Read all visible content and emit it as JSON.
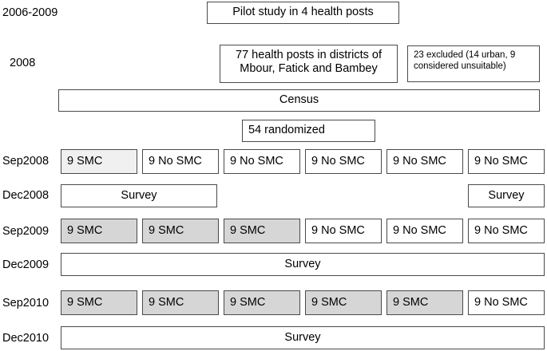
{
  "diagram": {
    "title": "SMC trial timeline flow diagram",
    "colors": {
      "border": "#4a4a4a",
      "shade_light": "#f0f0f0",
      "shade_gray": "#d6d6d6",
      "background": "#ffffff",
      "text": "#000000"
    },
    "row_labels": [
      {
        "id": "label-2006-2009",
        "text": "2006-2009"
      },
      {
        "id": "label-2008",
        "text": "2008"
      },
      {
        "id": "label-sep2008",
        "text": "Sep2008"
      },
      {
        "id": "label-dec2008",
        "text": "Dec2008"
      },
      {
        "id": "label-sep2009",
        "text": "Sep2009"
      },
      {
        "id": "label-dec2009",
        "text": "Dec2009"
      },
      {
        "id": "label-sep2010",
        "text": "Sep2010"
      },
      {
        "id": "label-dec2010",
        "text": "Dec2010"
      }
    ],
    "boxes": {
      "pilot": "Pilot study in 4 health posts",
      "health_posts_line1": "77 health posts in districts of",
      "health_posts_line2": "Mbour, Fatick and Bambey",
      "excluded_line1": "23 excluded (14 urban, 9",
      "excluded_line2": "considered unsuitable)",
      "census": "Census",
      "randomized": "54 randomized",
      "survey": "Survey"
    },
    "arms": {
      "smc": "9 SMC",
      "no_smc": "9 No SMC",
      "sep2008": [
        {
          "label": "9 SMC",
          "shade": "light"
        },
        {
          "label": "9 No SMC",
          "shade": "none"
        },
        {
          "label": "9 No SMC",
          "shade": "none"
        },
        {
          "label": "9 No SMC",
          "shade": "none"
        },
        {
          "label": "9 No SMC",
          "shade": "none"
        },
        {
          "label": "9 No SMC",
          "shade": "none"
        }
      ],
      "sep2009": [
        {
          "label": "9 SMC",
          "shade": "gray"
        },
        {
          "label": "9 SMC",
          "shade": "gray"
        },
        {
          "label": "9 SMC",
          "shade": "gray"
        },
        {
          "label": "9 No SMC",
          "shade": "none"
        },
        {
          "label": "9 No SMC",
          "shade": "none"
        },
        {
          "label": "9 No SMC",
          "shade": "none"
        }
      ],
      "sep2010": [
        {
          "label": "9 SMC",
          "shade": "gray"
        },
        {
          "label": "9 SMC",
          "shade": "gray"
        },
        {
          "label": "9 SMC",
          "shade": "gray"
        },
        {
          "label": "9 SMC",
          "shade": "gray"
        },
        {
          "label": "9 SMC",
          "shade": "gray"
        },
        {
          "label": "9 No SMC",
          "shade": "none"
        }
      ]
    },
    "surveys": {
      "dec2008_left": "Survey",
      "dec2008_right": "Survey",
      "dec2009": "Survey",
      "dec2010": "Survey"
    }
  }
}
